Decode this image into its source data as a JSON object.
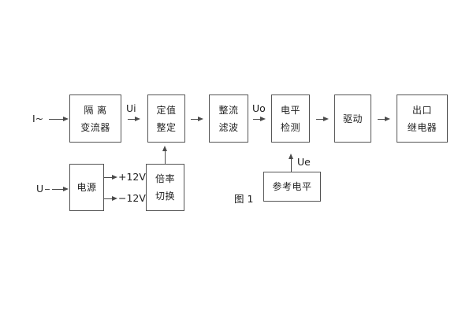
{
  "figure": {
    "caption": "图 1",
    "colors": {
      "background": "#ffffff",
      "line": "#4a4a4a",
      "text": "#1f1f1f"
    }
  },
  "blocks": {
    "isolation": {
      "line1": "隔 离",
      "line2": "变流器"
    },
    "setting": {
      "line1": "定值",
      "line2": "整定"
    },
    "rectifier_filter": {
      "line1": "整流",
      "line2": "滤波"
    },
    "level_detect": {
      "line1": "电平",
      "line2": "检测"
    },
    "drive": {
      "label": "驱动"
    },
    "output_relay": {
      "line1": "出口",
      "line2": "继电器"
    },
    "power": {
      "label": "电源"
    },
    "ratio_switch": {
      "line1": "倍率",
      "line2": "切换"
    },
    "reference_level": {
      "label": "参考电平"
    }
  },
  "signals": {
    "input_current": "I~",
    "input_voltage": "U",
    "ui": "Ui",
    "uo": "Uo",
    "ue": "Ue",
    "plus_12v": "+12V",
    "minus_12v": "−12V"
  }
}
